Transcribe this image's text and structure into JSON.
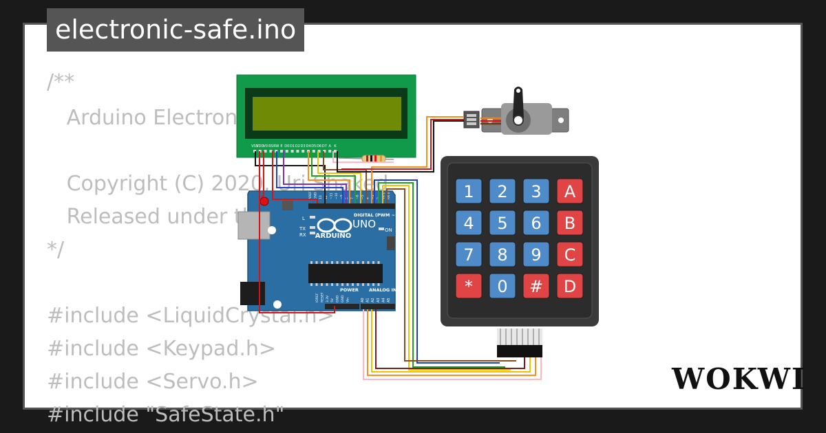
{
  "filename": "electronic-safe.ino",
  "code_lines": [
    "/**",
    "   Arduino Electron",
    "",
    "   Copyright (C) 2020, Uri Shaked",
    "   Released under the MIT License",
    "*/",
    "",
    "#include <LiquidCrystal.h>",
    "#include <Keypad.h>",
    "#include <Servo.h>",
    "#include \"SafeState.h\""
  ],
  "brand": "WOKWI",
  "arduino": {
    "logo_text": "ARDUINO",
    "model": "UNO",
    "on_label": "ON",
    "l_label": "L",
    "tx_label": "TX",
    "rx_label": "RX",
    "digital_label": "DIGITAL (PWM ~)",
    "power_label": "POWER",
    "analog_label": "ANALOG IN",
    "power_pins": [
      "IOREF",
      "RESET",
      "3.3V",
      "5V",
      "GND",
      "GND",
      "Vin"
    ],
    "analog_pins": [
      "A0",
      "A1",
      "A2",
      "A3",
      "A4",
      "A5"
    ],
    "top_pins": [
      "AREF",
      "GND",
      "13",
      "12",
      "~11",
      "~10",
      "~9",
      "8",
      "7",
      "~6",
      "~5",
      "4",
      "~3",
      "2",
      "TX 1",
      "RX 0"
    ]
  },
  "lcd": {
    "pin_labels": [
      "VSS",
      "VDD",
      "V0",
      "RS",
      "RW",
      "E",
      "D0",
      "D1",
      "D2",
      "D3",
      "D4",
      "D5",
      "D6",
      "D7",
      "A",
      "K"
    ]
  },
  "keypad": {
    "keys": [
      [
        "1",
        "2",
        "3",
        "A"
      ],
      [
        "4",
        "5",
        "6",
        "B"
      ],
      [
        "7",
        "8",
        "9",
        "C"
      ],
      [
        "*",
        "0",
        "#",
        "D"
      ]
    ],
    "key_blue": "#4f8ac9",
    "key_red": "#e04444"
  },
  "colors": {
    "background": "#1a1a1a",
    "card": "#ffffff",
    "title_bg": "#555555",
    "code_text": "#bdbdbd",
    "lcd_board": "#109a4a",
    "lcd_screen": "#6f8a05",
    "arduino_board": "#2b6ea3",
    "keypad_body": "#3a3a3a"
  }
}
